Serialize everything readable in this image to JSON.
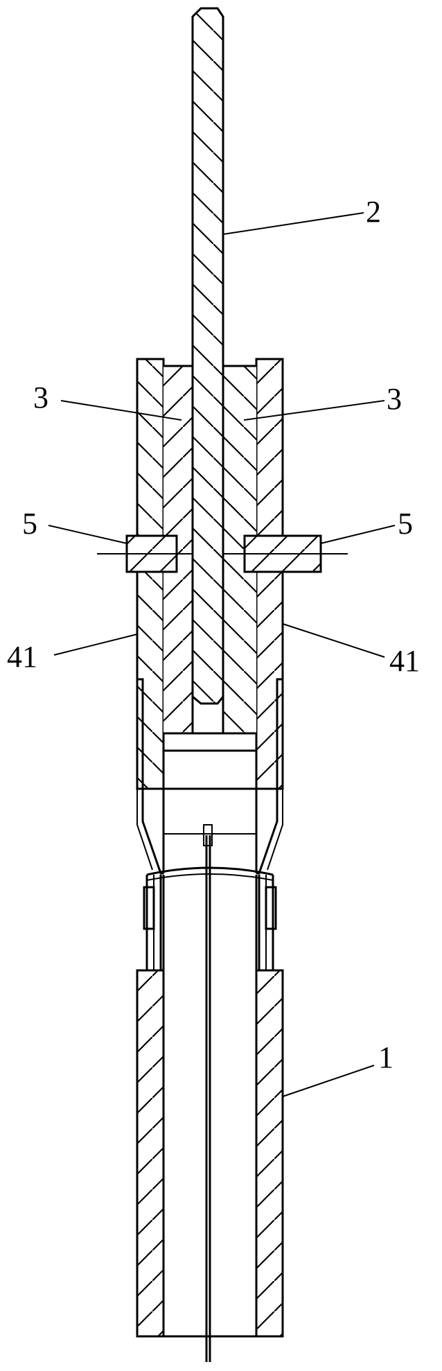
{
  "figure": {
    "labels": {
      "rod": "2",
      "inner_sleeve_left": "3",
      "inner_sleeve_right": "3",
      "pin_left": "5",
      "pin_right": "5",
      "outer_sleeve_left": "41",
      "outer_sleeve_right": "41",
      "tube": "1"
    },
    "colors": {
      "line": "#000000",
      "background": "#ffffff"
    }
  }
}
